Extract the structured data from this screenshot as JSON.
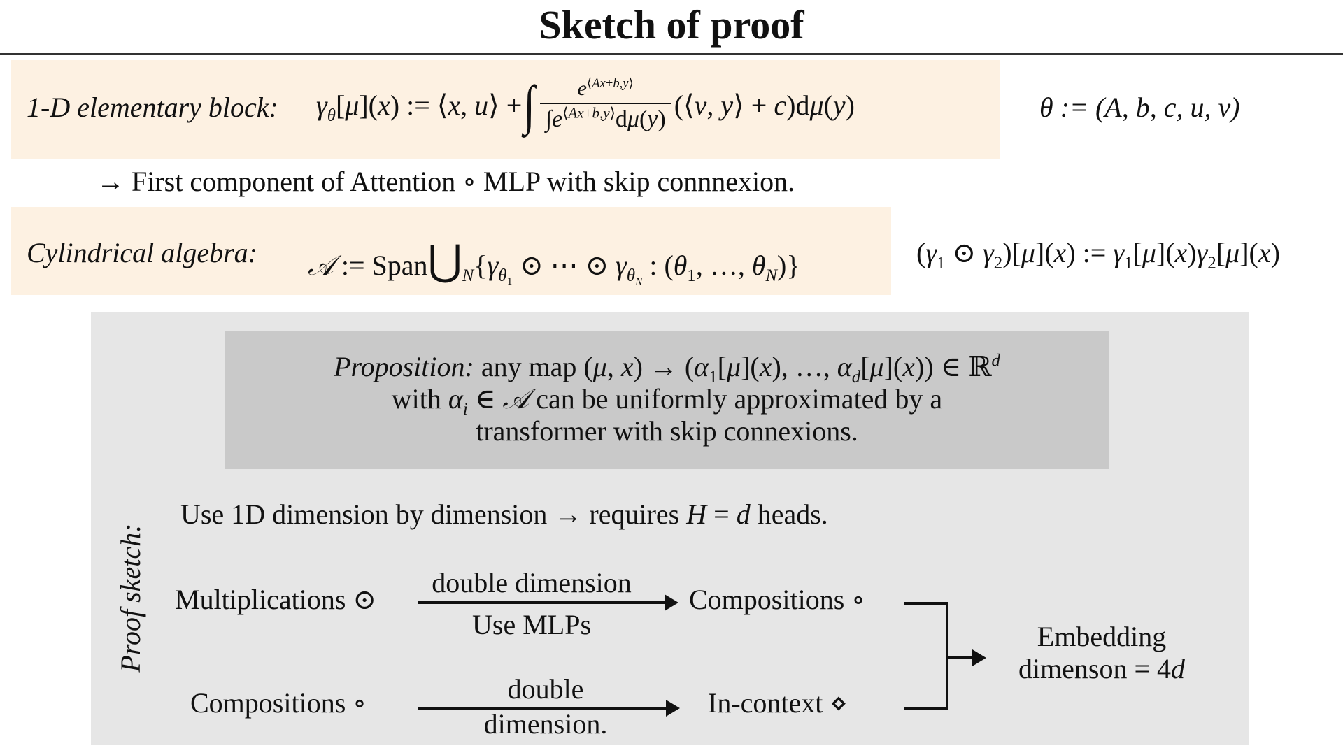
{
  "slide": {
    "title": "Sketch of proof"
  },
  "block1": {
    "label": "1-D elementary block:",
    "params": "θ := (A, b, c, u, v)"
  },
  "first_component": "→ First component of Attention ∘ MLP with skip connnexion.",
  "block2": {
    "label": "Cylindrical algebra:"
  },
  "proposition": {
    "label": "Proposition:",
    "line2_end": "can be uniformly approximated by a",
    "line3": "transformer with skip connexions."
  },
  "proof": {
    "label": "Proof sketch:",
    "dim_prefix": "Use 1D dimension by dimension → requires",
    "dim_suffix": "heads.",
    "row1": {
      "left": "Multiplications ⊙",
      "arrow_top": "double dimension",
      "arrow_bottom": "Use MLPs",
      "right": "Compositions ∘"
    },
    "row2": {
      "left": "Compositions ∘",
      "arrow_top": "double",
      "arrow_bottom": "dimension.",
      "right": "In-context ⋄"
    },
    "result_line1": "Embedding",
    "result_line2_prefix": "dimenson ="
  }
}
